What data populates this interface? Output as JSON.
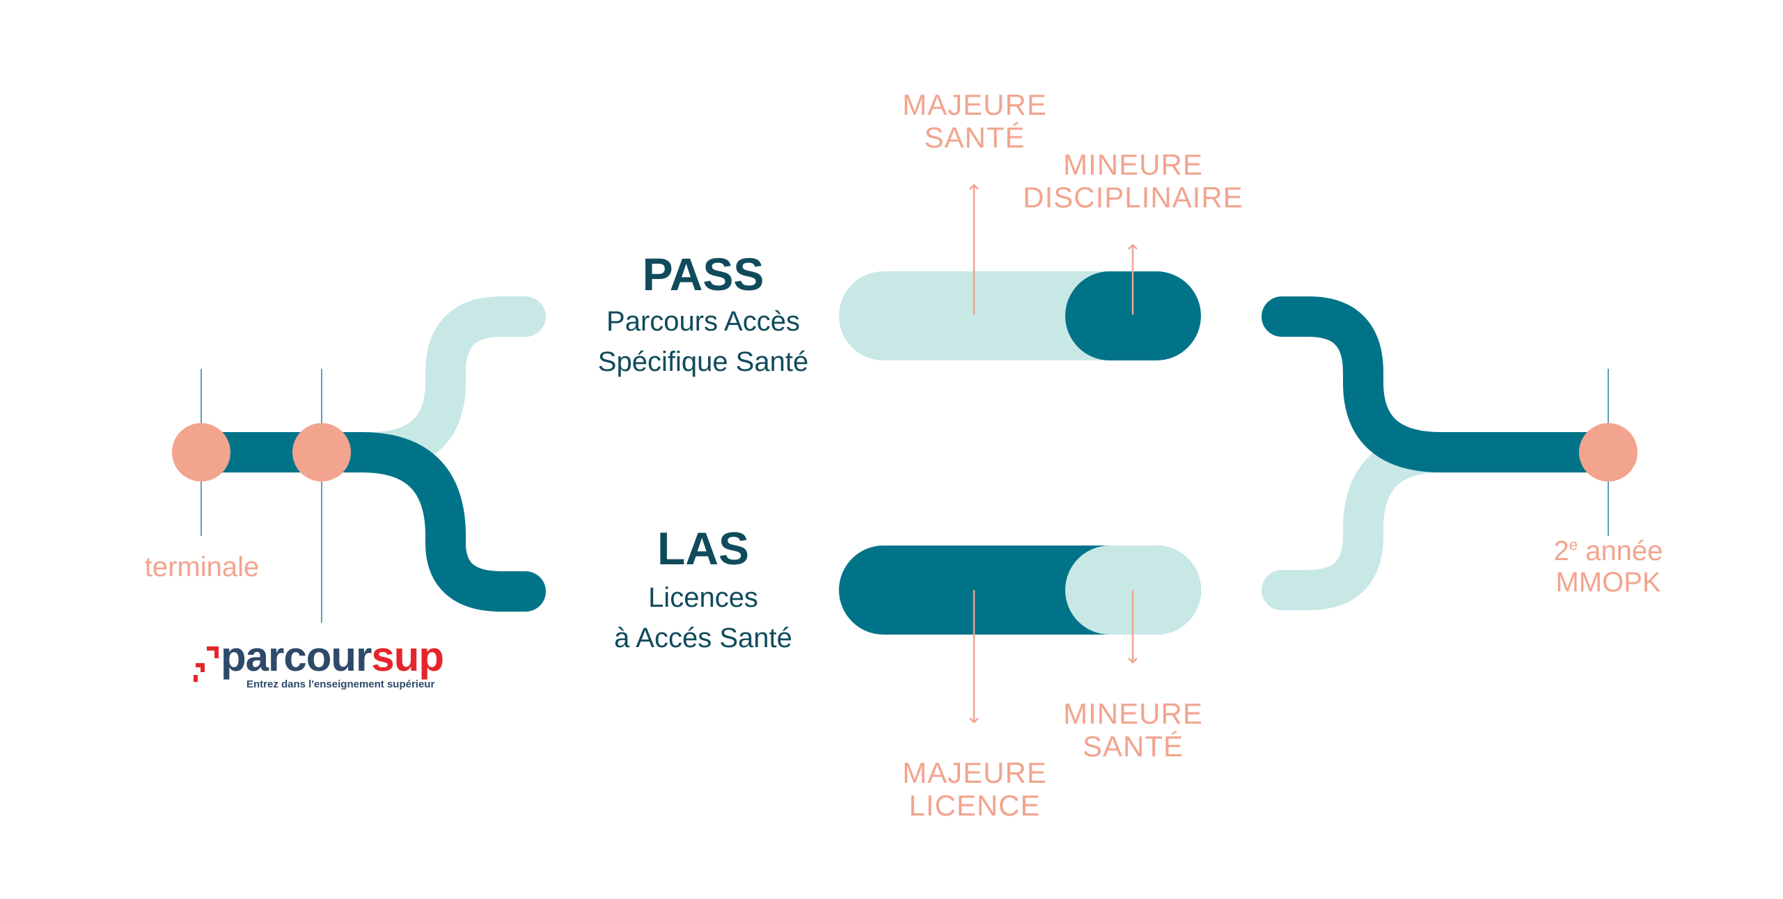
{
  "colors": {
    "dark_teal": "#007389",
    "light_teal": "#C8E8E6",
    "salmon": "#F2A48E",
    "navy": "#104B5C",
    "guide_line": "#5E9FB8",
    "logo_red": "#E4262B",
    "logo_navy": "#2E4A6A"
  },
  "nodes": {
    "terminale": "terminale",
    "second_year_line1": "2",
    "second_year_sup": "e",
    "second_year_rest": " année",
    "second_year_line2": "MMOPK"
  },
  "pass": {
    "title": "PASS",
    "subtitle_line1": "Parcours Accès",
    "subtitle_line2": "Spécifique Santé",
    "major": {
      "line1": "MAJEURE",
      "line2": "SANTÉ"
    },
    "minor": {
      "line1": "MINEURE",
      "line2": "DISCIPLINAIRE"
    }
  },
  "las": {
    "title": "LAS",
    "subtitle_line1": "Licences",
    "subtitle_line2": "à Accés Santé",
    "major": {
      "line1": "MAJEURE",
      "line2": "LICENCE"
    },
    "minor": {
      "line1": "MINEURE",
      "line2": "SANTÉ"
    }
  },
  "logo": {
    "word_main": "parcour",
    "word_red_s": "s",
    "word_up": "up",
    "tagline": "Entrez dans l'enseignement supérieur"
  }
}
